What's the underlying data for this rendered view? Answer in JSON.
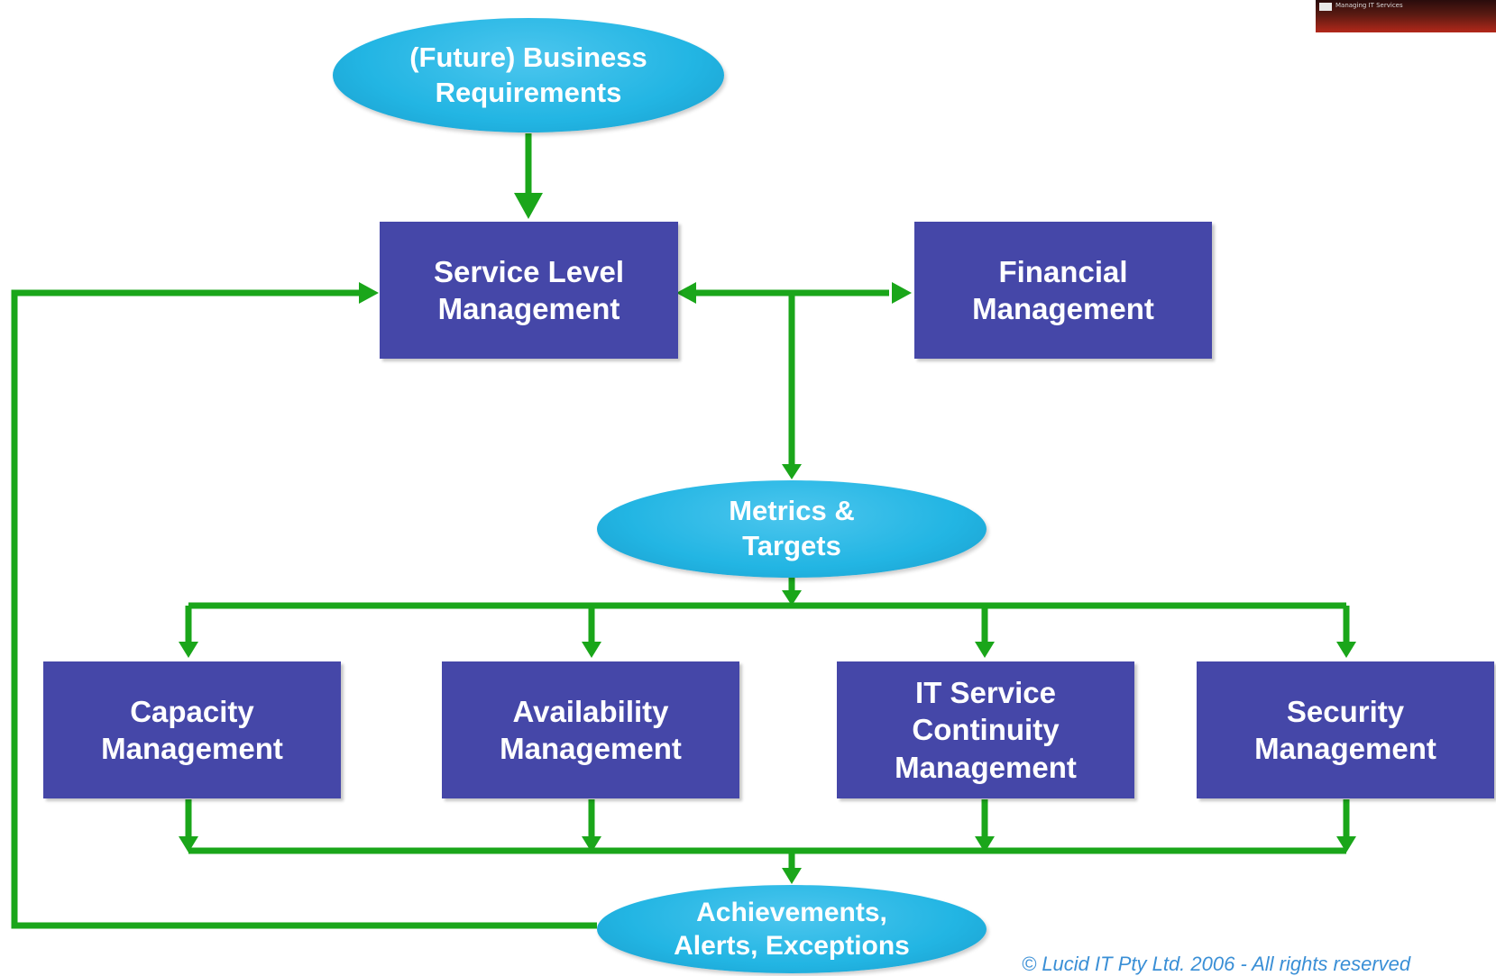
{
  "colors": {
    "box_fill": "#4547a8",
    "ellipse_fill": "#22b5e3",
    "connector": "#1aa61a",
    "copyright_text": "#3a8fd6"
  },
  "logo": {
    "icon": "lucid-it-logo",
    "tagline": "Managing IT Services",
    "sub_text": ""
  },
  "nodes": {
    "business_requirements": "(Future) Business\nRequirements",
    "service_level_management": "Service Level\nManagement",
    "financial_management": "Financial\nManagement",
    "metrics_targets": "Metrics &\nTargets",
    "capacity_management": "Capacity\nManagement",
    "availability_management": "Availability\nManagement",
    "it_service_continuity_management": "IT Service\nContinuity\nManagement",
    "security_management": "Security\nManagement",
    "achievements": "Achievements,\nAlerts, Exceptions"
  },
  "copyright": "© Lucid IT Pty Ltd. 2006 - All rights reserved"
}
